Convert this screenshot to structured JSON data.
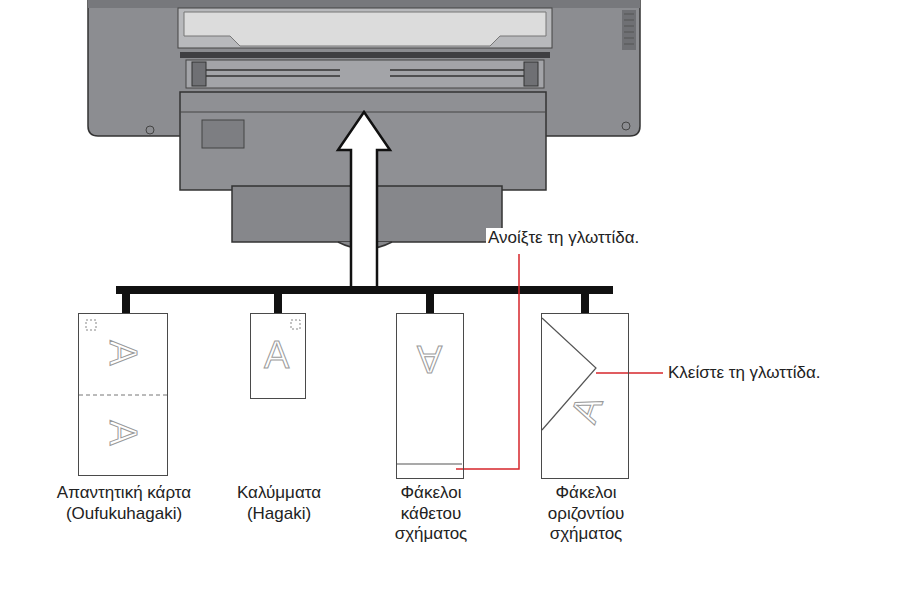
{
  "diagram": {
    "nodes": [
      {
        "text": [
          "Απαντητική κάρτα (Oufukuhagaki)"
        ]
      },
      {
        "text": [
          "Καλύμματα (Hagaki)"
        ]
      },
      {
        "text": [
          "Φάκελοι κάθετου σχήματος"
        ]
      },
      {
        "text": [
          "Φάκελοι οριζοντίου σχήματος"
        ]
      }
    ],
    "labels": [
      "Ανοίξτε τη γλωττίδα.",
      "Κλείστε τη γλωττίδα.",
      "A",
      "A",
      "A",
      "A",
      "A"
    ]
  }
}
